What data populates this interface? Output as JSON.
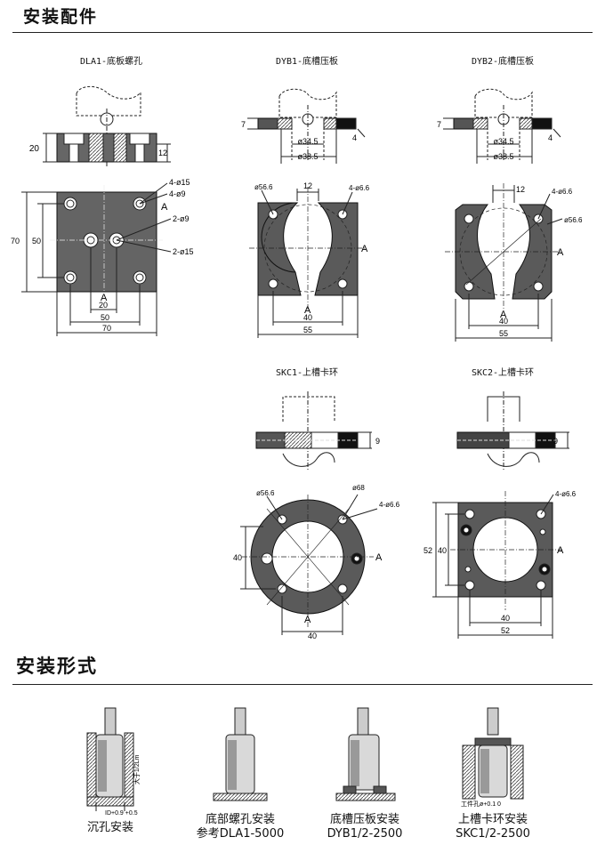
{
  "sections": {
    "parts_title": "安装配件",
    "forms_title": "安装形式"
  },
  "parts": {
    "dla1": {
      "caption": "DLA1-底板螺孔",
      "dim_20": "20",
      "dim_12": "12",
      "dim_70_v": "70",
      "dim_50_v": "50",
      "dim_20_h": "20",
      "dim_50_h": "50",
      "dim_70_h": "70",
      "hole_4_15": "4-ø15",
      "hole_4_9": "4-ø9",
      "hole_2_9": "2-ø9",
      "hole_2_15": "2-ø15",
      "mark_a1": "A",
      "mark_a2": "A"
    },
    "dyb1": {
      "caption": "DYB1-底槽压板",
      "dim_7": "7",
      "dim_4": "4",
      "dim_345": "ø34.5",
      "dim_385": "ø38.5",
      "hole_566": "ø56.6",
      "dim_12": "12",
      "hole_4_66": "4-ø6.6",
      "dim_40": "40",
      "dim_55": "55",
      "mark_a1": "A",
      "mark_a2": "A"
    },
    "dyb2": {
      "caption": "DYB2-底槽压板",
      "dim_7": "7",
      "dim_4": "4",
      "dim_345": "ø34.5",
      "dim_385": "ø38.5",
      "dim_12": "12",
      "hole_4_66": "4-ø6.6",
      "hole_566": "ø56.6",
      "dim_40": "40",
      "dim_55": "55",
      "mark_a1": "A",
      "mark_a2": "A"
    },
    "skc1": {
      "caption": "SKC1-上槽卡环",
      "dim_9": "9",
      "hole_566": "ø56.6",
      "hole_68": "ø68",
      "hole_4_66": "4-ø6.6",
      "dim_40_v": "40",
      "dim_40_h": "40",
      "mark_a1": "A",
      "mark_a2": "A"
    },
    "skc2": {
      "caption": "SKC2-上槽卡环",
      "dim_9": "9",
      "hole_4_66": "4-ø6.6",
      "dim_52_v": "52",
      "dim_40_v": "40",
      "dim_40_h": "40",
      "dim_52_h": "52",
      "mark_a": "A"
    }
  },
  "forms": {
    "counterbore": {
      "label": "沉孔安装",
      "dim_v": "大于1/2Lm",
      "dim_h": "ID+0.9 +0.5"
    },
    "bottom_screw": {
      "label": "底部螺孔安装",
      "ref": "参考DLA1-5000"
    },
    "bottom_plate": {
      "label": "底槽压板安装",
      "ref": "DYB1/2-2500"
    },
    "top_ring": {
      "label": "上槽卡环安装",
      "ref": "SKC1/2-2500",
      "dim_h": "工件孔ø+0.1 0"
    }
  }
}
